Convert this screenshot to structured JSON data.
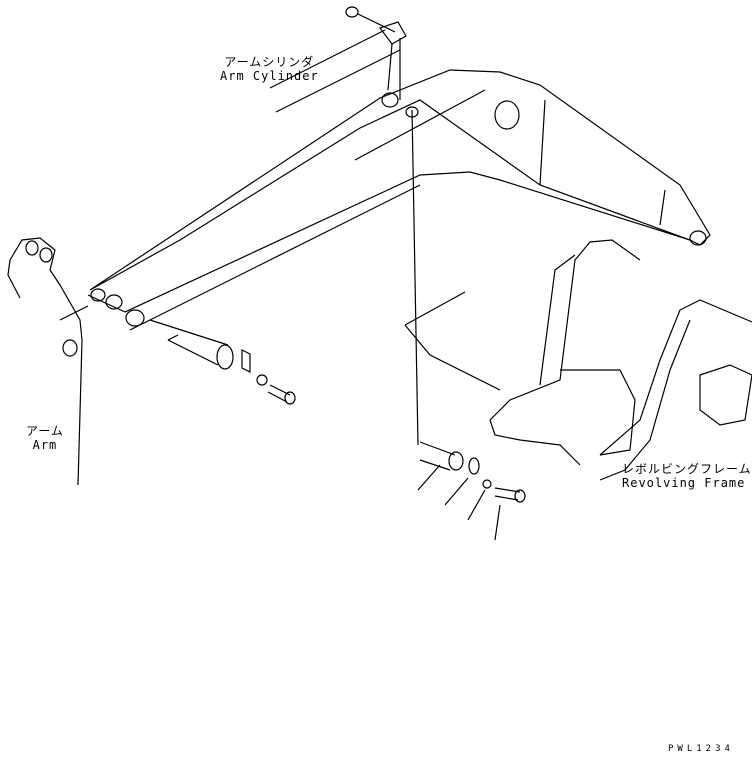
{
  "labels": {
    "arm_cylinder_jp": "アームシリンダ",
    "arm_cylinder_en": "Arm Cylinder",
    "arm_jp": "アーム",
    "arm_en": "Arm",
    "revolving_frame_jp": "レボルビングフレーム",
    "revolving_frame_en": "Revolving Frame"
  },
  "drawing_code": "PWL1234"
}
